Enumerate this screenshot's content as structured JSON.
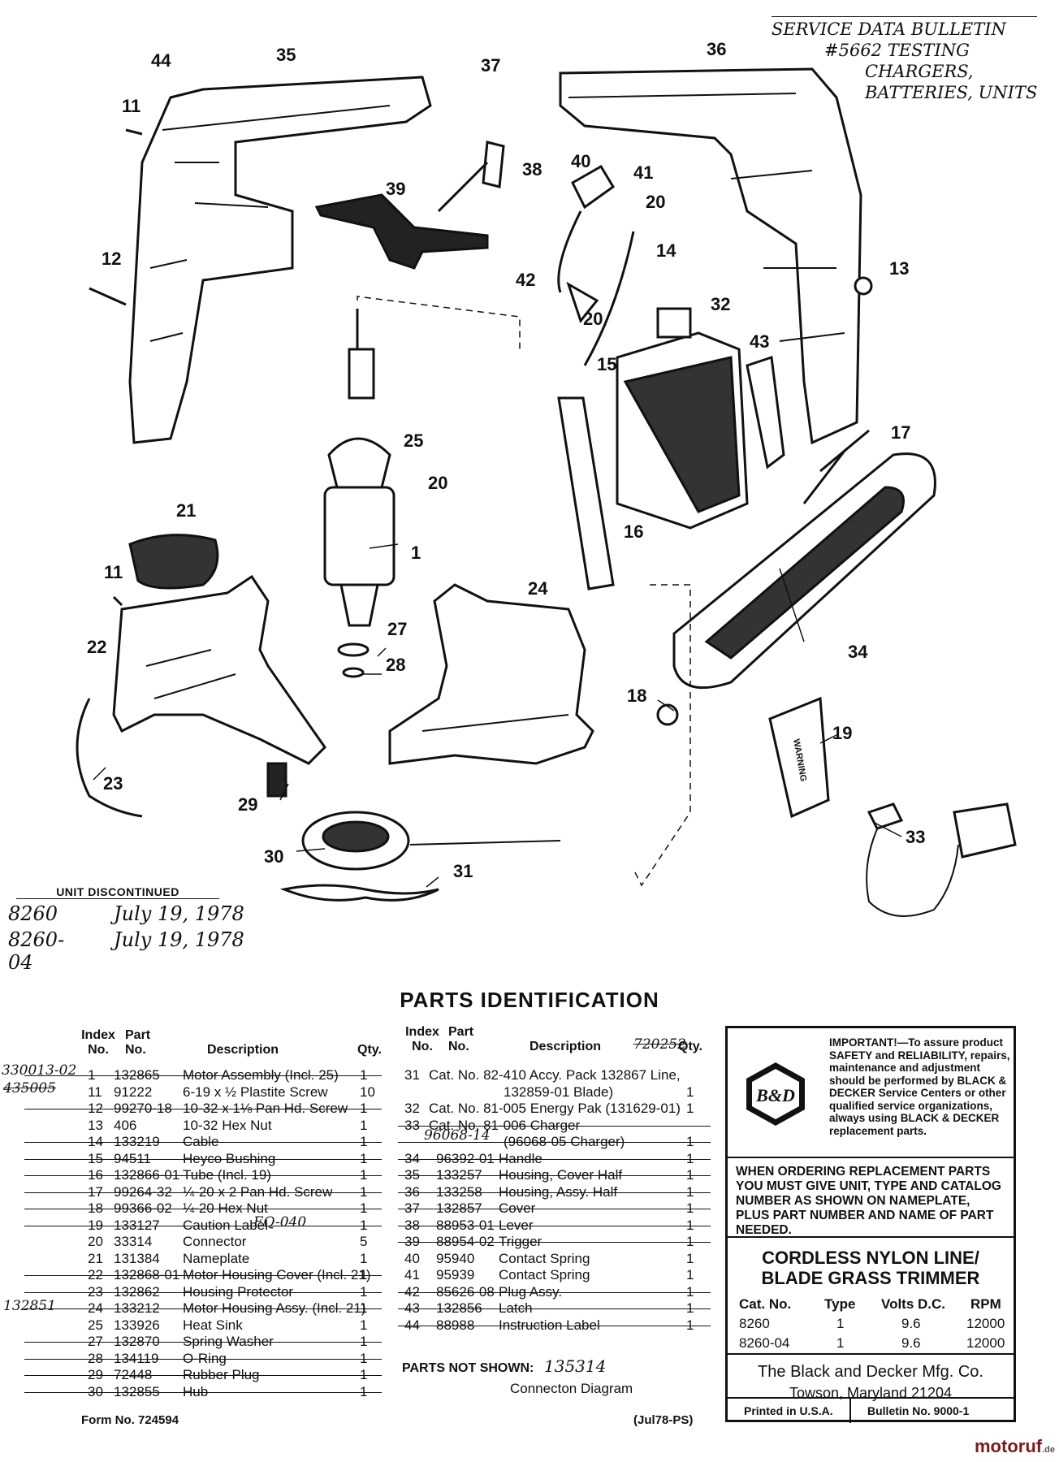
{
  "bulletin_note": [
    "SERVICE DATA BULLETIN",
    "#5662 TESTING",
    "CHARGERS,",
    "BATTERIES, UNITS"
  ],
  "callouts": [
    "44",
    "35",
    "37",
    "36",
    "11",
    "38",
    "40",
    "41",
    "20",
    "39",
    "12",
    "14",
    "13",
    "42",
    "32",
    "20",
    "15",
    "43",
    "17",
    "25",
    "20",
    "21",
    "1",
    "16",
    "11",
    "24",
    "22",
    "27",
    "28",
    "34",
    "18",
    "19",
    "23",
    "29",
    "33",
    "30",
    "31"
  ],
  "discontinued": {
    "heading": "UNIT DISCONTINUED",
    "rows": [
      {
        "unit": "8260",
        "date": "July 19, 1978"
      },
      {
        "unit": "8260-04",
        "date": "July 19, 1978"
      }
    ]
  },
  "parts_title": "PARTS IDENTIFICATION",
  "headers": {
    "index": "Index No.",
    "part": "Part No.",
    "description": "Description",
    "qty": "Qty."
  },
  "parts_left": [
    {
      "index": "1",
      "part": "132865",
      "description": "Motor Assembly (Incl. 25)",
      "qty": "1",
      "struck": true
    },
    {
      "index": "11",
      "part": "91222",
      "description": "6-19 x ½ Plastite Screw",
      "qty": "10",
      "struck": false
    },
    {
      "index": "12",
      "part": "99270-18",
      "description": "10-32 x 1⅛ Pan Hd. Screw",
      "qty": "1",
      "struck": true
    },
    {
      "index": "13",
      "part": "406",
      "description": "10-32 Hex Nut",
      "qty": "1",
      "struck": false
    },
    {
      "index": "14",
      "part": "133219",
      "description": "Cable",
      "qty": "1",
      "struck": true
    },
    {
      "index": "15",
      "part": "94511",
      "description": "Heyco Bushing",
      "qty": "1",
      "struck": true
    },
    {
      "index": "16",
      "part": "132866-01",
      "description": "Tube (Incl. 19)",
      "qty": "1",
      "struck": true
    },
    {
      "index": "17",
      "part": "99264-32",
      "description": "¼-20 x 2 Pan Hd. Screw",
      "qty": "1",
      "struck": true
    },
    {
      "index": "18",
      "part": "99366-02",
      "description": "¼-20 Hex Nut",
      "qty": "1",
      "struck": true
    },
    {
      "index": "19",
      "part": "133127",
      "description": "Caution Label",
      "qty": "1",
      "struck": true
    },
    {
      "index": "20",
      "part": "33314",
      "description": "Connector",
      "qty": "5",
      "struck": false
    },
    {
      "index": "21",
      "part": "131384",
      "description": "Nameplate",
      "qty": "1",
      "struck": false
    },
    {
      "index": "22",
      "part": "132868-01",
      "description": "Motor Housing Cover (Incl. 21)",
      "qty": "1",
      "struck": true
    },
    {
      "index": "23",
      "part": "132862",
      "description": "Housing Protector",
      "qty": "1",
      "struck": true
    },
    {
      "index": "24",
      "part": "133212",
      "description": "Motor Housing Assy. (Incl. 21)",
      "qty": "1",
      "struck": true
    },
    {
      "index": "25",
      "part": "133926",
      "description": "Heat Sink",
      "qty": "1",
      "struck": false
    },
    {
      "index": "27",
      "part": "132870",
      "description": "Spring Washer",
      "qty": "1",
      "struck": true
    },
    {
      "index": "28",
      "part": "134119",
      "description": "O-Ring",
      "qty": "1",
      "struck": true
    },
    {
      "index": "29",
      "part": "72448",
      "description": "Rubber Plug",
      "qty": "1",
      "struck": true
    },
    {
      "index": "30",
      "part": "132855",
      "description": "Hub",
      "qty": "1",
      "struck": true
    }
  ],
  "parts_right": [
    {
      "index": "31",
      "part": "",
      "description": "Cat. No. 82-410 Accy. Pack 132867 Line,",
      "qty": "",
      "struck": false
    },
    {
      "index": "",
      "part": "",
      "description": "132859-01 Blade)",
      "qty": "1",
      "struck": false
    },
    {
      "index": "32",
      "part": "",
      "description": "Cat. No. 81-005 Energy Pak (131629-01)",
      "qty": "1",
      "struck": false
    },
    {
      "index": "33",
      "part": "",
      "description": "Cat. No. 81-006 Charger",
      "qty": "",
      "struck": true
    },
    {
      "index": "",
      "part": "",
      "description": "(96068-05 Charger)",
      "qty": "1",
      "struck": true
    },
    {
      "index": "34",
      "part": "96392-01",
      "description": "Handle",
      "qty": "1",
      "struck": true
    },
    {
      "index": "35",
      "part": "133257",
      "description": "Housing, Cover Half",
      "qty": "1",
      "struck": true
    },
    {
      "index": "36",
      "part": "133258",
      "description": "Housing, Assy. Half",
      "qty": "1",
      "struck": true
    },
    {
      "index": "37",
      "part": "132857",
      "description": "Cover",
      "qty": "1",
      "struck": true
    },
    {
      "index": "38",
      "part": "88953-01",
      "description": "Lever",
      "qty": "1",
      "struck": true
    },
    {
      "index": "39",
      "part": "88954-02",
      "description": "Trigger",
      "qty": "1",
      "struck": true
    },
    {
      "index": "40",
      "part": "95940",
      "description": "Contact Spring",
      "qty": "1",
      "struck": false
    },
    {
      "index": "41",
      "part": "95939",
      "description": "Contact Spring",
      "qty": "1",
      "struck": false
    },
    {
      "index": "42",
      "part": "85626-08",
      "description": "Plug Assy.",
      "qty": "1",
      "struck": true
    },
    {
      "index": "43",
      "part": "132856",
      "description": "Latch",
      "qty": "1",
      "struck": true
    },
    {
      "index": "44",
      "part": "88988",
      "description": "Instruction Label",
      "qty": "1",
      "struck": true
    }
  ],
  "handwritten_edits": {
    "row1_part": "330013-02",
    "row11_part": "435005",
    "row21_new": "EQ-040",
    "row24_part": "132851",
    "charger_new": "96068-14",
    "desc_header": "720252"
  },
  "parts_not_shown_label": "PARTS NOT SHOWN:",
  "parts_not_shown_number": "135314",
  "parts_not_shown_item": "Connecton Diagram",
  "info_box": {
    "logo_text": "B&D",
    "important": "IMPORTANT!—To assure product SAFETY and RELIABILITY, repairs, maintenance and adjustment should be performed by BLACK & DECKER Service Centers or other qualified service organizations, always using BLACK & DECKER replacement parts.",
    "ordering": "WHEN ORDERING REPLACEMENT PARTS YOU MUST GIVE UNIT, TYPE AND CATALOG NUMBER AS SHOWN ON NAMEPLATE, PLUS PART NUMBER AND NAME OF PART NEEDED.",
    "product_line1": "CORDLESS NYLON LINE/",
    "product_line2": "BLADE GRASS TRIMMER",
    "spec_headers": [
      "Cat. No.",
      "Type",
      "Volts D.C.",
      "RPM"
    ],
    "specs": [
      [
        "8260",
        "1",
        "9.6",
        "12000"
      ],
      [
        "8260-04",
        "1",
        "9.6",
        "12000"
      ]
    ],
    "company": "The Black and Decker Mfg. Co.",
    "address": "Towson, Maryland 21204",
    "printed": "Printed in U.S.A.",
    "bulletin": "Bulletin No. 9000-1"
  },
  "form_no": "Form No. 724594",
  "pub_code": "(Jul78-PS)",
  "watermark": "motoruf",
  "watermark_suffix": ".de",
  "label_warning": "WARNING"
}
